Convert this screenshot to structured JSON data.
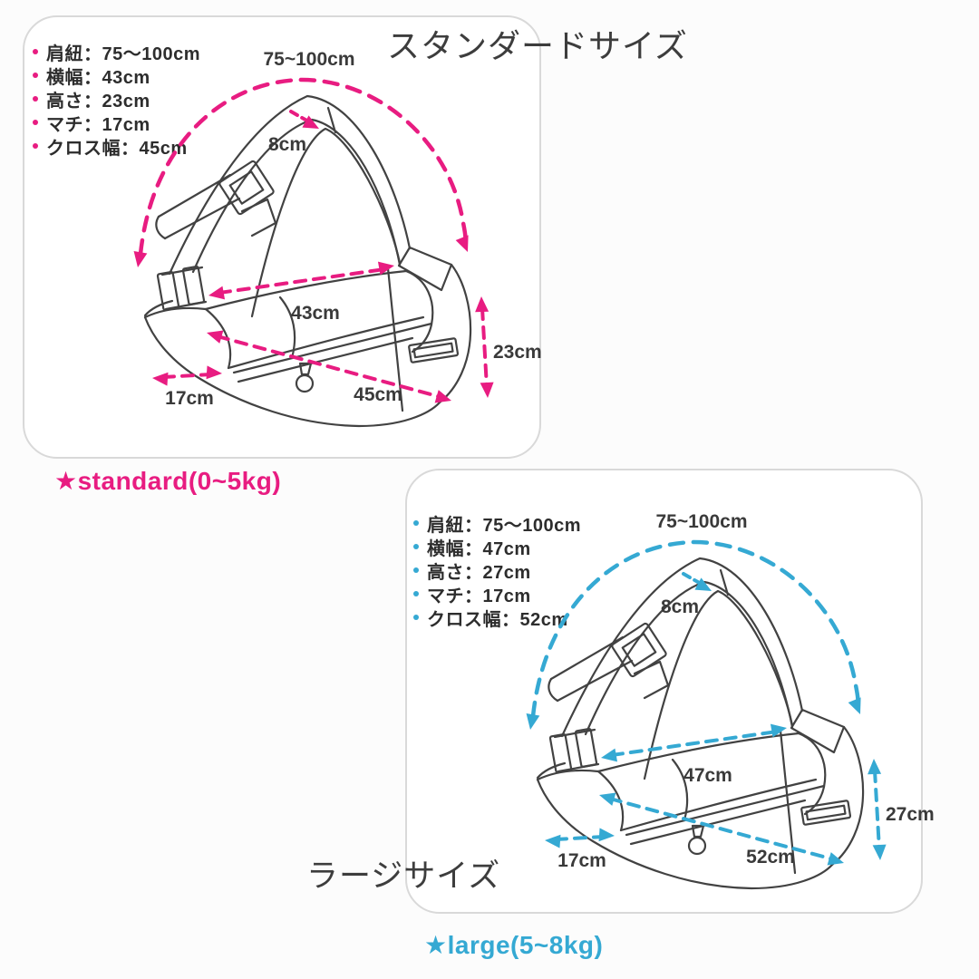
{
  "theme": {
    "line": "#424242",
    "card-border": "#d9d9d9",
    "title": "#3d3d3d",
    "spec-text": "#2d2d2d",
    "page-bg": "#fcfcfc"
  },
  "standard": {
    "title": "スタンダードサイズ",
    "caption": "★standard(0~5kg)",
    "accent": "#e81c81",
    "specs": [
      "肩紐：75〜100cm",
      "横幅：43cm",
      "高さ：23cm",
      "マチ：17cm",
      "クロス幅：45cm"
    ],
    "labels": {
      "strap": "75~100cm",
      "strap_width": "8cm",
      "width": "43cm",
      "height": "23cm",
      "gusset": "17cm",
      "cross": "45cm"
    }
  },
  "large": {
    "title": "ラージサイズ",
    "caption": "★large(5~8kg)",
    "accent": "#35a9d3",
    "specs": [
      "肩紐：75〜100cm",
      "横幅：47cm",
      "高さ：27cm",
      "マチ：17cm",
      "クロス幅：52cm"
    ],
    "labels": {
      "strap": "75~100cm",
      "strap_width": "8cm",
      "width": "47cm",
      "height": "27cm",
      "gusset": "17cm",
      "cross": "52cm"
    }
  }
}
